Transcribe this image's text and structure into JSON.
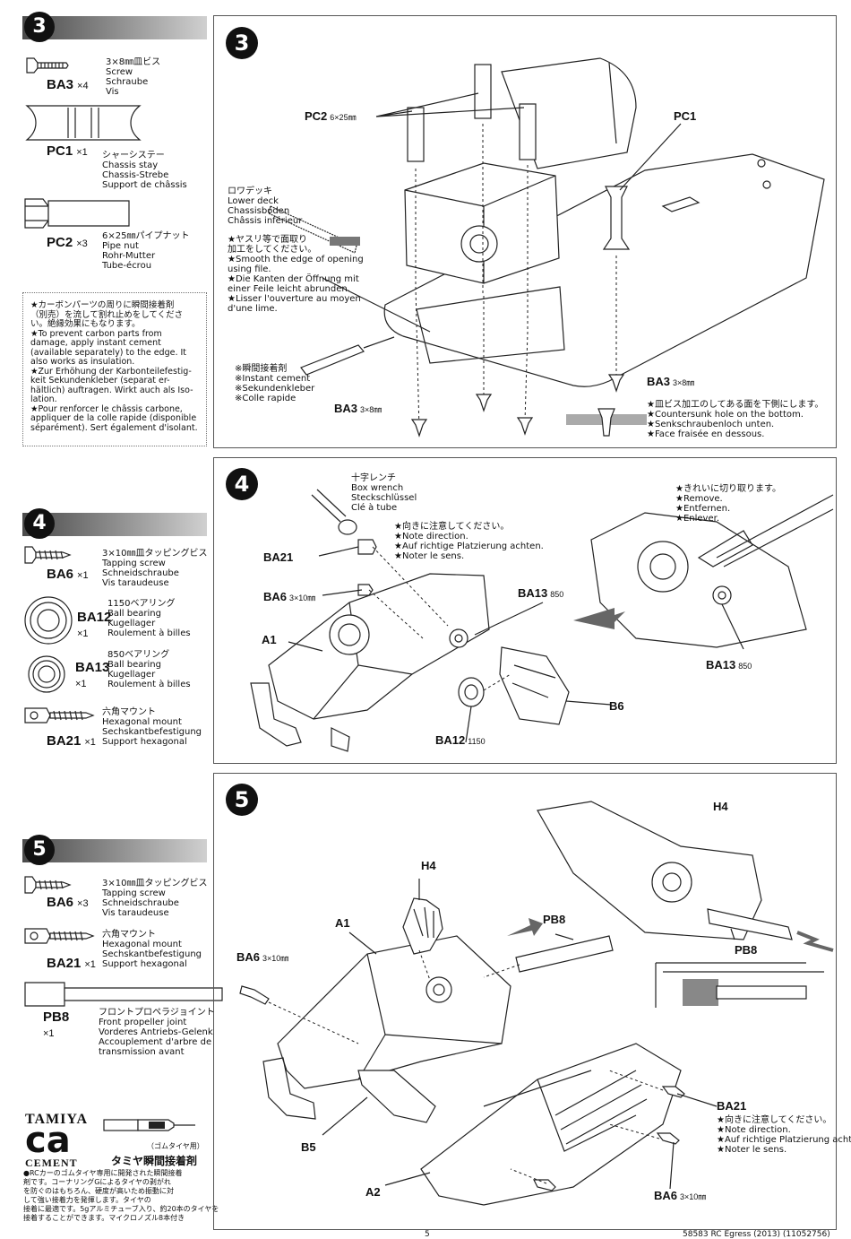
{
  "steps": {
    "s3": {
      "number": "3",
      "parts": [
        {
          "code": "BA3",
          "qty": "×4",
          "desc": "3×8㎜皿ビス\nScrew\nSchraube\nVis"
        },
        {
          "code": "PC1",
          "qty": "×1",
          "desc": "シャーシステー\nChassis stay\nChassis-Strebe\nSupport de châssis"
        },
        {
          "code": "PC2",
          "qty": "×3",
          "desc": "6×25㎜パイプナット\nPipe nut\nRohr-Mutter\nTube-écrou"
        }
      ],
      "carbon_note": "★カーボンパーツの周りに瞬間接着剤\n（別売）を流して割れ止めをしてくださ\nい。絶縁効果にもなります。\n★To prevent carbon parts from\ndamage, apply instant cement\n(available separately) to the edge. It\nalso works as insulation.\n★Zur Erhöhung der Karbonteilefestig-\nkeit Sekundenkleber (separat er-\nhältlich) auftragen. Wirkt auch als Iso-\nlation.\n★Pour renforcer le châssis carbone,\nappliquer de la colle rapide (disponible\nséparément). Sert également d'isolant.",
      "diagram": {
        "pc2": "PC2",
        "pc2_size": "6×25㎜",
        "pc1": "PC1",
        "lower_deck": "ロワデッキ\nLower deck\nChassisboden\nChâssis inférieur",
        "smooth": "★ヤスリ等で面取り\n加工をしてください。\n★Smooth the edge of opening\nusing file.\n★Die Kanten der Öffnung mit\neiner Feile leicht abrunden.\n★Lisser l'ouverture au moyen\nd'une lime.",
        "cement": "※瞬間接着剤\n※Instant cement\n※Sekundenkleber\n※Colle rapide",
        "ba3": "BA3",
        "ba3_size": "3×8㎜",
        "countersunk": "★皿ビス加工のしてある面を下側にします。\n★Countersunk hole on the bottom.\n★Senkschraubenloch unten.\n★Face fraisée en dessous."
      }
    },
    "s4": {
      "number": "4",
      "parts": [
        {
          "code": "BA6",
          "qty": "×1",
          "desc": "3×10㎜皿タッピングビス\nTapping screw\nSchneidschraube\nVis taraudeuse"
        },
        {
          "code": "BA12",
          "qty": "×1",
          "desc": "1150ベアリング\nBall bearing\nKugellager\nRoulement à billes"
        },
        {
          "code": "BA13",
          "qty": "×1",
          "desc": "850ベアリング\nBall bearing\nKugellager\nRoulement à billes"
        },
        {
          "code": "BA21",
          "qty": "×1",
          "desc": "六角マウント\nHexagonal mount\nSechskantbefestigung\nSupport hexagonal"
        }
      ],
      "diagram": {
        "wrench": "十字レンチ\nBox wrench\nSteckschlüssel\nClé à tube",
        "direction": "★向きに注意してください。\n★Note direction.\n★Auf richtige Platzierung achten.\n★Noter le sens.",
        "remove": "★きれいに切り取ります。\n★Remove.\n★Entfernen.\n★Enlever.",
        "ba21": "BA21",
        "ba6": "BA6",
        "ba6_size": "3×10㎜",
        "a1": "A1",
        "ba13": "BA13",
        "ba13_size": "850",
        "ba12": "BA12",
        "ba12_size": "1150",
        "b6": "B6"
      }
    },
    "s5": {
      "number": "5",
      "parts": [
        {
          "code": "BA6",
          "qty": "×3",
          "desc": "3×10㎜皿タッピングビス\nTapping screw\nSchneidschraube\nVis taraudeuse"
        },
        {
          "code": "BA21",
          "qty": "×1",
          "desc": "六角マウント\nHexagonal mount\nSechskantbefestigung\nSupport hexagonal"
        },
        {
          "code": "PB8",
          "qty": "×1",
          "desc": "フロントプロペラジョイント\nFront propeller joint\nVorderes Antriebs-Gelenk\nAccouplement d'arbre de\ntransmission avant"
        }
      ],
      "diagram": {
        "h4": "H4",
        "a1": "A1",
        "pb8": "PB8",
        "ba6": "BA6",
        "ba6_size": "3×10㎜",
        "b5": "B5",
        "a2": "A2",
        "ba21": "BA21",
        "direction": "★向きに注意してください。\n★Note direction.\n★Auf richtige Platzierung achten.\n★Noter le sens."
      }
    }
  },
  "cement_ad": {
    "brand": "TAMIYA",
    "logo": "ca",
    "word": "CEMENT",
    "sub": "（ゴムタイヤ用）",
    "jp_title": "タミヤ瞬間接着剤",
    "text": "●RCカーのゴムタイヤ専用に開発された瞬間接着\n剤です。コーナリングGによるタイヤの剥がれ\nを防ぐのはもちろん、硬度が高いため振動に対\nして強い接着力を発揮します。タイヤの\n接着に最適です。5gアルミチューブ入り、約20本のタイヤを\n接着することができます。マイクロノズル8本付き"
  },
  "footer": {
    "page": "5",
    "code": "58583 RC Egress (2013) (11052756)"
  }
}
